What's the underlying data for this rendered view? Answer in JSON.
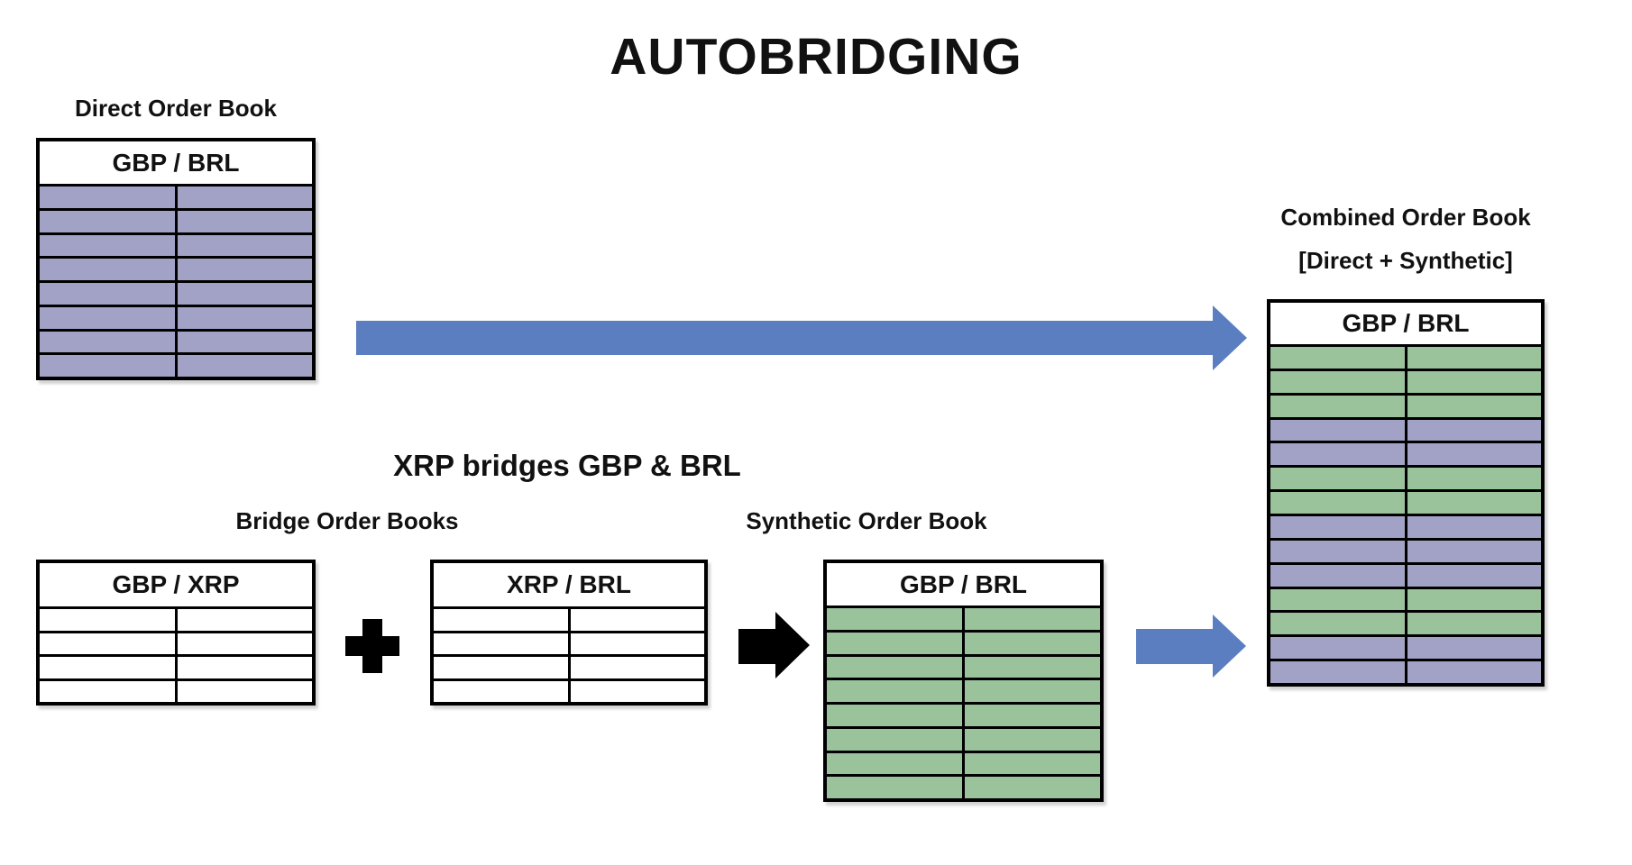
{
  "title": "AUTOBRIDGING",
  "colors": {
    "purple": "#a2a2c6",
    "green": "#9ac29b",
    "white": "#ffffff",
    "arrow_blue": "#5b7ec1",
    "arrow_black": "#000000"
  },
  "labels": {
    "direct": "Direct Order Book",
    "bridge_heading": "XRP bridges GBP & BRL",
    "bridge": "Bridge Order Books",
    "synthetic": "Synthetic Order Book",
    "combined": "Combined Order Book",
    "combined_sub": "[Direct + Synthetic]"
  },
  "icons": {
    "flow_direct": "right-arrow",
    "combine_plus": "plus",
    "derive_synthetic": "right-arrow",
    "flow_synthetic": "right-arrow"
  },
  "tables": {
    "direct": {
      "header": "GBP / BRL",
      "columns": 2,
      "rows": [
        "purple",
        "purple",
        "purple",
        "purple",
        "purple",
        "purple",
        "purple",
        "purple"
      ]
    },
    "bridge_left": {
      "header": "GBP / XRP",
      "columns": 2,
      "rows": [
        "white",
        "white",
        "white",
        "white"
      ]
    },
    "bridge_right": {
      "header": "XRP / BRL",
      "columns": 2,
      "rows": [
        "white",
        "white",
        "white",
        "white"
      ]
    },
    "synthetic": {
      "header": "GBP / BRL",
      "columns": 2,
      "rows": [
        "green",
        "green",
        "green",
        "green",
        "green",
        "green",
        "green",
        "green"
      ]
    },
    "combined": {
      "header": "GBP / BRL",
      "columns": 2,
      "rows": [
        "green",
        "green",
        "green",
        "purple",
        "purple",
        "green",
        "green",
        "purple",
        "purple",
        "purple",
        "green",
        "green",
        "purple",
        "purple"
      ]
    }
  }
}
